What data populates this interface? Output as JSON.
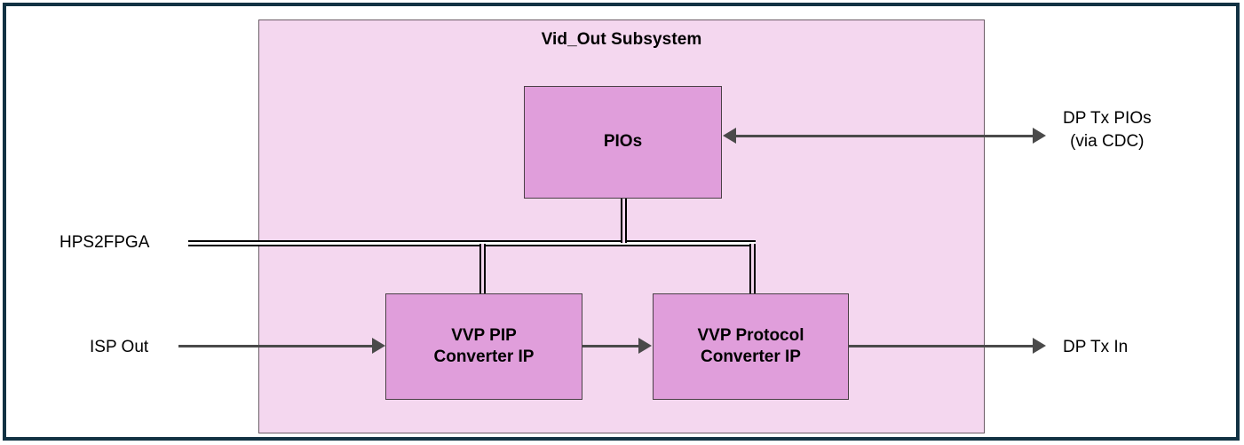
{
  "diagram": {
    "title": "Vid_Out Subsystem",
    "outer_border_color": "#123243",
    "panel_fill_color": "#F4D7EF",
    "block_fill_color": "#E09EDB",
    "arrow_color": "#4a4a4a",
    "bus_color": "#000000"
  },
  "blocks": [
    {
      "id": "pios",
      "label": "PIOs"
    },
    {
      "id": "vvp_pip",
      "label": "VVP PIP\nConverter IP"
    },
    {
      "id": "vvp_protocol",
      "label": "VVP Protocol\nConverter IP"
    }
  ],
  "external_labels": [
    {
      "id": "hps2fpga",
      "label": "HPS2FPGA"
    },
    {
      "id": "isp_out",
      "label": "ISP Out"
    },
    {
      "id": "dp_tx_pios",
      "label": "DP Tx PIOs\n(via CDC)"
    },
    {
      "id": "dp_tx_in",
      "label": "DP Tx In"
    }
  ],
  "connections": [
    {
      "id": "pios-dp-tx-pios",
      "from": "PIOs",
      "to": "DP Tx PIOs (via CDC)",
      "style": "bidirectional-arrow"
    },
    {
      "id": "isp-out-vvp-pip",
      "from": "ISP Out",
      "to": "VVP PIP Converter IP",
      "style": "arrow"
    },
    {
      "id": "vvp-pip-vvp-protocol",
      "from": "VVP PIP Converter IP",
      "to": "VVP Protocol Converter IP",
      "style": "arrow"
    },
    {
      "id": "vvp-protocol-dp-tx-in",
      "from": "VVP Protocol Converter IP",
      "to": "DP Tx In",
      "style": "arrow"
    },
    {
      "id": "hps2fpga-bus",
      "from": "HPS2FPGA",
      "to": "PIOs, VVP PIP Converter IP, VVP Protocol Converter IP",
      "style": "bus"
    }
  ]
}
